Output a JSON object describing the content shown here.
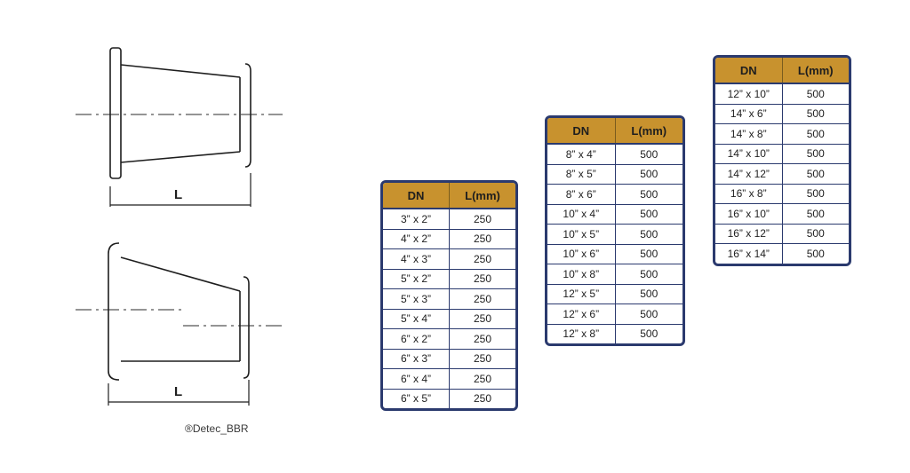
{
  "drawing": {
    "length_label_top": "L",
    "length_label_bottom": "L",
    "copyright": "®Detec_BBR"
  },
  "colors": {
    "header_bg": "#c8922e",
    "table_border": "#2b3a6e",
    "line": "#1e1e1e",
    "axis": "#555555"
  },
  "tables": [
    {
      "headers": [
        "DN",
        "L(mm)"
      ],
      "rows": [
        [
          "3” x 2”",
          "250"
        ],
        [
          "4” x 2”",
          "250"
        ],
        [
          "4” x 3”",
          "250"
        ],
        [
          "5” x 2”",
          "250"
        ],
        [
          "5” x 3”",
          "250"
        ],
        [
          "5” x 4”",
          "250"
        ],
        [
          "6” x 2”",
          "250"
        ],
        [
          "6” x 3”",
          "250"
        ],
        [
          "6” x 4”",
          "250"
        ],
        [
          "6” x 5”",
          "250"
        ]
      ]
    },
    {
      "headers": [
        "DN",
        "L(mm)"
      ],
      "rows": [
        [
          "8” x 4”",
          "500"
        ],
        [
          "8” x 5”",
          "500"
        ],
        [
          "8” x 6”",
          "500"
        ],
        [
          "10” x 4”",
          "500"
        ],
        [
          "10” x 5”",
          "500"
        ],
        [
          "10” x 6”",
          "500"
        ],
        [
          "10” x 8”",
          "500"
        ],
        [
          "12” x 5”",
          "500"
        ],
        [
          "12” x 6”",
          "500"
        ],
        [
          "12” x 8”",
          "500"
        ]
      ]
    },
    {
      "headers": [
        "DN",
        "L(mm)"
      ],
      "rows": [
        [
          "12” x 10”",
          "500"
        ],
        [
          "14” x  6”",
          "500"
        ],
        [
          "14” x  8”",
          "500"
        ],
        [
          "14” x 10”",
          "500"
        ],
        [
          "14” x 12”",
          "500"
        ],
        [
          "16” x  8”",
          "500"
        ],
        [
          "16” x 10”",
          "500"
        ],
        [
          "16” x 12”",
          "500"
        ],
        [
          "16” x 14”",
          "500"
        ]
      ]
    }
  ]
}
